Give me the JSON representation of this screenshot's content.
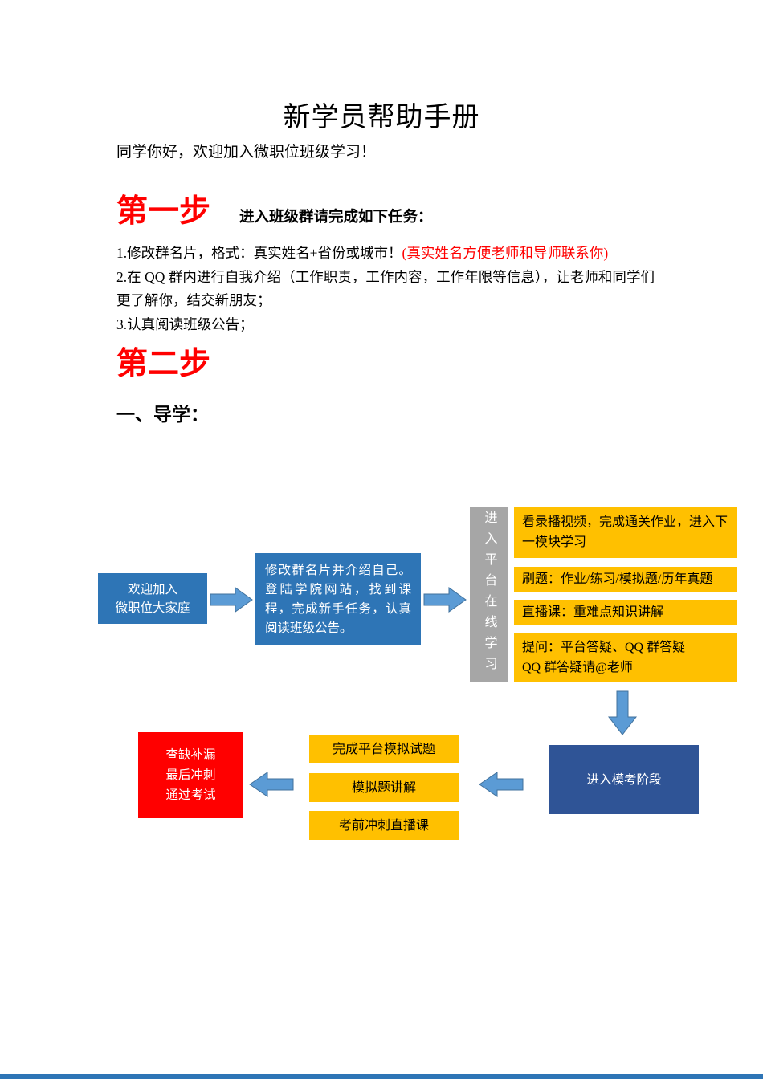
{
  "document": {
    "title": "新学员帮助手册",
    "greeting": "同学你好，欢迎加入微职位班级学习！"
  },
  "step1": {
    "heading": "第一步",
    "subheading": "进入班级群请完成如下任务：",
    "item1": "1.修改群名片，格式：真实姓名+省份或城市！",
    "item1_note": "(真实姓名方便老师和导师联系你)",
    "item2": "2.在 QQ 群内进行自我介绍（工作职责，工作内容，工作年限等信息），让老师和同学们更了解你，结交新朋友；",
    "item3": "3.认真阅读班级公告；"
  },
  "step2": {
    "heading": "第二步",
    "section_title": "一、导学："
  },
  "flowchart": {
    "welcome_box": "欢迎加入\n微职位大家庭",
    "intro_box": "修改群名片并介绍自己。登陆学院网站，找到课程，完成新手任务，认真阅读班级公告。",
    "platform_box": "进入平台在线学习",
    "tasks": [
      "看录播视频，完成通关作业，进入下一模块学习",
      "刷题：作业/练习/模拟题/历年真题",
      "直播课：重难点知识讲解",
      "提问：平台答疑、QQ 群答疑\nQQ 群答疑请@老师"
    ],
    "mock_box": "进入模考阶段",
    "mock_tasks": [
      "完成平台模拟试题",
      "模拟题讲解",
      "考前冲刺直播课"
    ],
    "final_box": "查缺补漏\n最后冲刺\n通过考试"
  },
  "colors": {
    "accent_blue": "#2E75B6",
    "dark_blue": "#2F5496",
    "gray": "#A6A6A6",
    "yellow": "#FFC000",
    "red": "#FF0000",
    "note_red": "#FF0000",
    "arrow_blue": "#5B9BD5"
  }
}
